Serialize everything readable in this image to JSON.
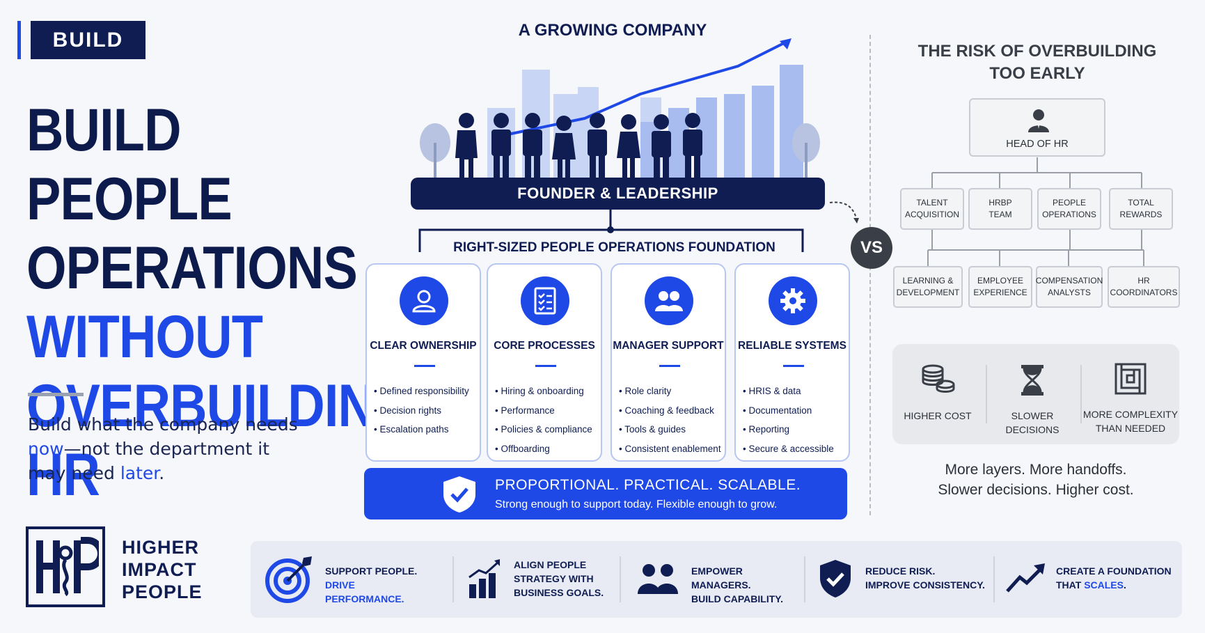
{
  "tag": "BUILD",
  "headline": {
    "line1": "BUILD PEOPLE",
    "line2": "OPERATIONS",
    "line3": "WITHOUT",
    "line4": "OVERBUILDING HR"
  },
  "subtitle": {
    "part1": "Build what the company needs ",
    "now": "now",
    "part2": "—not the department it may need ",
    "later": "later",
    "part3": "."
  },
  "brand": {
    "logo_letters": "HIP",
    "name_line1": "HIGHER",
    "name_line2": "IMPACT",
    "name_line3": "PEOPLE"
  },
  "growing_company": {
    "title": "A GROWING COMPANY",
    "founder_bar": "FOUNDER & LEADERSHIP",
    "foundation_title": "RIGHT-SIZED PEOPLE OPERATIONS FOUNDATION"
  },
  "cards": [
    {
      "icon": "user-icon",
      "title": "CLEAR OWNERSHIP",
      "items": [
        "Defined responsibility",
        "Decision rights",
        "Escalation paths"
      ]
    },
    {
      "icon": "checklist-icon",
      "title": "CORE PROCESSES",
      "items": [
        "Hiring & onboarding",
        "Performance",
        "Policies & compliance",
        "Offboarding"
      ]
    },
    {
      "icon": "group-icon",
      "title": "MANAGER SUPPORT",
      "items": [
        "Role clarity",
        "Coaching & feedback",
        "Tools & guides",
        "Consistent enablement"
      ]
    },
    {
      "icon": "gear-icon",
      "title": "RELIABLE SYSTEMS",
      "items": [
        "HRIS & data",
        "Documentation",
        "Reporting",
        "Secure & accessible"
      ]
    }
  ],
  "banner": {
    "headline": "PROPORTIONAL. PRACTICAL. SCALABLE.",
    "tagline": "Strong enough to support today. Flexible enough to grow."
  },
  "vs_label": "VS",
  "risk": {
    "title_line1": "THE RISK OF OVERBUILDING",
    "title_line2": "TOO EARLY",
    "head": "HEAD OF HR",
    "row1": [
      {
        "l1": "TALENT",
        "l2": "ACQUISITION"
      },
      {
        "l1": "HRBP",
        "l2": "TEAM"
      },
      {
        "l1": "PEOPLE",
        "l2": "OPERATIONS"
      },
      {
        "l1": "TOTAL",
        "l2": "REWARDS"
      }
    ],
    "row2": [
      {
        "l1": "LEARNING &",
        "l2": "DEVELOPMENT"
      },
      {
        "l1": "EMPLOYEE",
        "l2": "EXPERIENCE"
      },
      {
        "l1": "COMPENSATION",
        "l2": "ANALYSTS"
      },
      {
        "l1": "HR",
        "l2": "COORDINATORS"
      }
    ],
    "costs": [
      {
        "icon": "coins-icon",
        "l1": "HIGHER COST",
        "l2": ""
      },
      {
        "icon": "hourglass-icon",
        "l1": "SLOWER",
        "l2": "DECISIONS"
      },
      {
        "icon": "maze-icon",
        "l1": "MORE COMPLEXITY",
        "l2": "THAN NEEDED"
      }
    ],
    "summary_line1": "More layers. More handoffs.",
    "summary_line2": "Slower decisions. Higher cost."
  },
  "benefits": [
    {
      "icon": "target-icon",
      "l1": "SUPPORT PEOPLE.",
      "l2": "DRIVE PERFORMANCE.",
      "l3": ""
    },
    {
      "icon": "bar-chart-icon",
      "l1": "ALIGN PEOPLE",
      "l2": "STRATEGY WITH",
      "l3": "BUSINESS GOALS."
    },
    {
      "icon": "people-icon",
      "l1": "EMPOWER MANAGERS.",
      "l2": "BUILD CAPABILITY.",
      "l3": ""
    },
    {
      "icon": "shield-check-icon",
      "l1": "REDUCE RISK.",
      "l2": "IMPROVE CONSISTENCY.",
      "l3": ""
    },
    {
      "icon": "trend-up-icon",
      "l1": "CREATE A FOUNDATION",
      "l2a": "THAT ",
      "l2b": "SCALES",
      "l2c": "."
    }
  ],
  "colors": {
    "navy": "#0f1d52",
    "blue": "#1f49e6",
    "gray": "#3a3f47",
    "light_blue": "#b7c6f2"
  }
}
